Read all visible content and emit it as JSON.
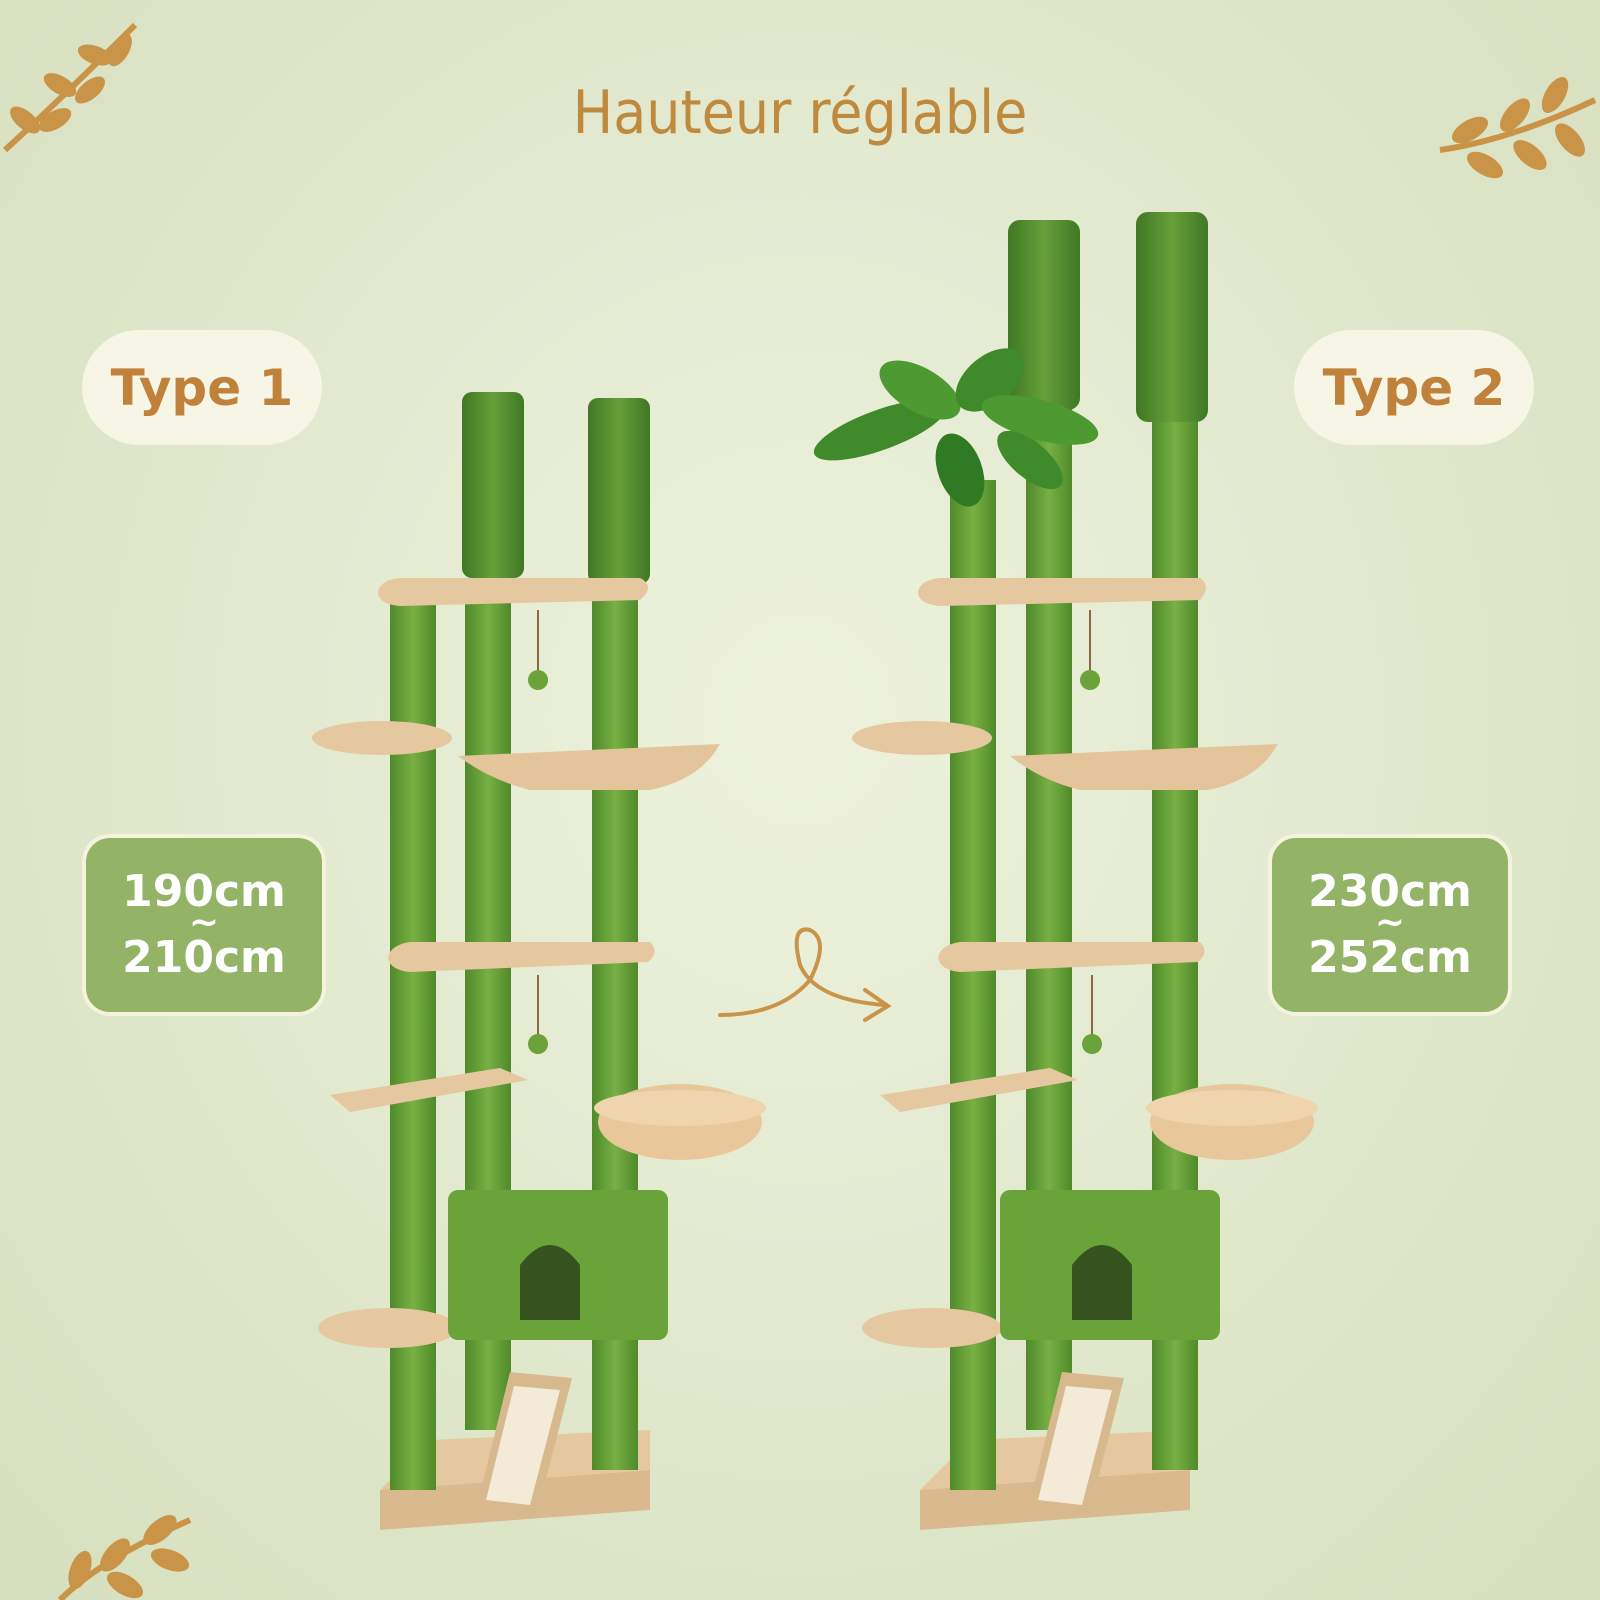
{
  "heading": "Hauteur réglable",
  "type1": {
    "label": "Type 1",
    "height_min": "190cm",
    "separator": "~",
    "height_max": "210cm"
  },
  "type2": {
    "label": "Type 2",
    "height_min": "230cm",
    "separator": "~",
    "height_max": "252cm"
  },
  "colors": {
    "background": "#e3ead0",
    "accent_gold": "#c08a3e",
    "post_green": "#6fa63c",
    "platform_beige": "#e6c8a0",
    "size_box_green": "#93b466"
  },
  "icons": [
    "branch-decoration-icon",
    "curved-arrow-icon",
    "artificial-plant-icon"
  ]
}
